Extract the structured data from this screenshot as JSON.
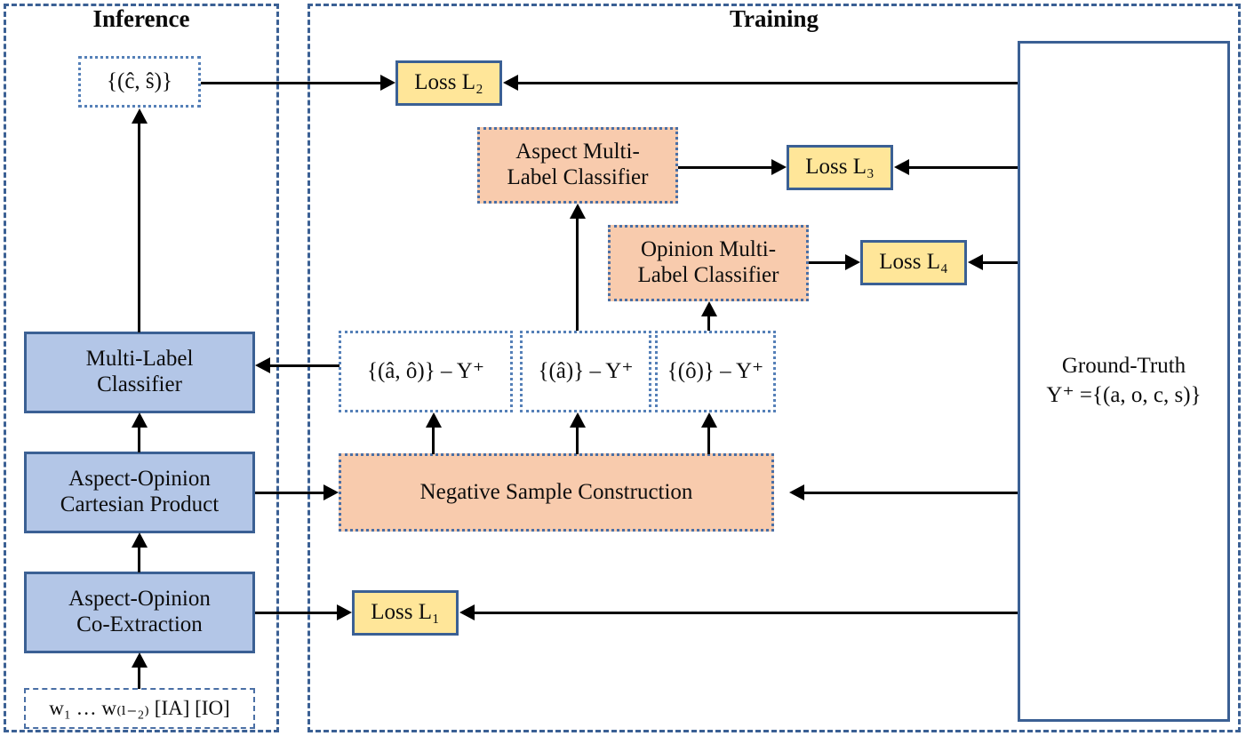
{
  "panels": {
    "inference": {
      "title": "Inference"
    },
    "training": {
      "title": "Training"
    }
  },
  "nodes": {
    "pred_cs": "{(ĉ, ŝ)}",
    "loss_l2": "Loss L₂",
    "aspect_classifier": "Aspect Multi-\nLabel Classifier",
    "loss_l3": "Loss L₃",
    "opinion_classifier": "Opinion Multi-\nLabel Classifier",
    "loss_l4": "Loss L₄",
    "multi_label_classifier": "Multi-Label\nClassifier",
    "neg_pair": "{(â, ô)} – Y⁺",
    "neg_aspect": "{(â)} – Y⁺",
    "neg_opinion": "{(ô)} – Y⁺",
    "ground_truth_line1": "Ground-Truth",
    "ground_truth_line2": "Y⁺ ={(a, o, c, s)}",
    "cartesian_product": "Aspect-Opinion\nCartesian Product",
    "negative_sample_construction": "Negative Sample Construction",
    "co_extraction": "Aspect-Opinion\nCo-Extraction",
    "loss_l1": "Loss L₁",
    "input_tokens": "w₁  … w₍ₗ₋₂₎ [IA] [IO]"
  },
  "colors": {
    "panel_border": "#3b6094",
    "blue_fill": "#b3c6e7",
    "blue_border": "#3b6094",
    "peach_fill": "#f8cbad",
    "peach_border": "#4a6fa5",
    "yellow_fill": "#ffe699",
    "yellow_border": "#3b6094",
    "dotted_border": "#5580b8",
    "arrow": "#000000",
    "text": "#0d0d0d",
    "background": "#ffffff"
  }
}
